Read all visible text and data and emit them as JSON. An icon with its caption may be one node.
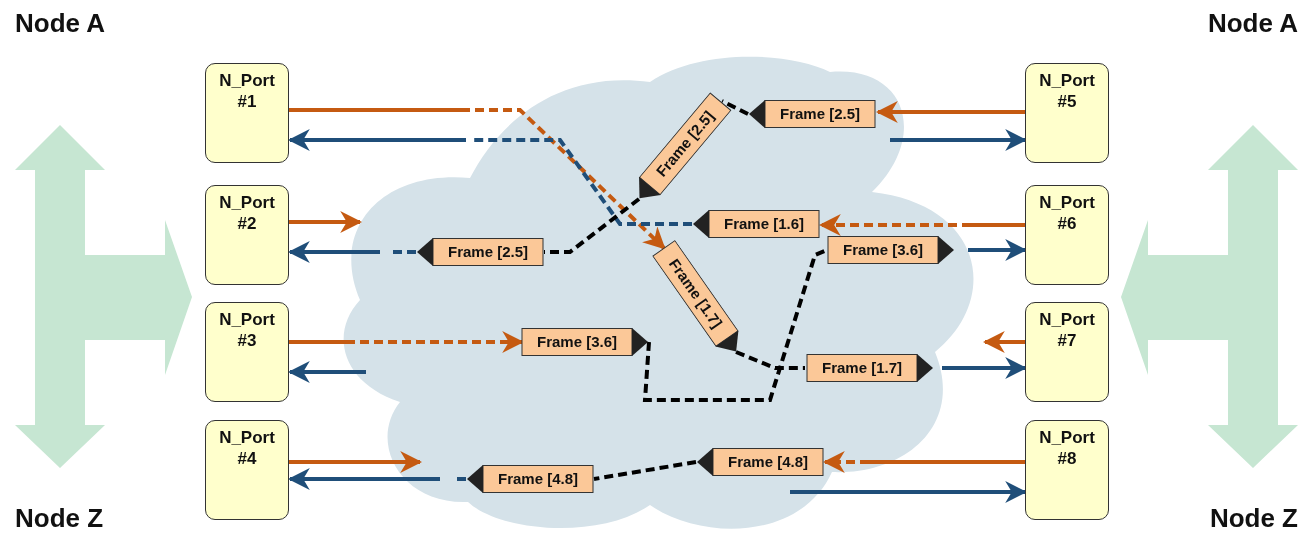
{
  "diagram": {
    "nodes": [
      {
        "text": [
          "N_Port #1"
        ]
      },
      {
        "text": [
          "N_Port #2"
        ]
      },
      {
        "text": [
          "N_Port #3"
        ]
      },
      {
        "text": [
          "N_Port #4"
        ]
      },
      {
        "text": [
          "N_Port #5"
        ]
      },
      {
        "text": [
          "N_Port #6"
        ]
      },
      {
        "text": [
          "N_Port #7"
        ]
      },
      {
        "text": [
          "N_Port #8"
        ]
      },
      {
        "text": [
          "Frame [2.5]"
        ]
      },
      {
        "text": [
          "Frame [2.5]"
        ]
      },
      {
        "text": [
          "Frame [1.6]"
        ]
      },
      {
        "text": [
          "Frame [2.5]"
        ]
      },
      {
        "text": [
          "Frame [3.6]"
        ]
      },
      {
        "text": [
          "Frame [1.7]"
        ]
      },
      {
        "text": [
          "Frame [3.6]"
        ]
      },
      {
        "text": [
          "Frame [1.7]"
        ]
      },
      {
        "text": [
          "Frame [4.8]"
        ]
      },
      {
        "text": [
          "Frame [4.8]"
        ]
      }
    ],
    "edges": [
      {
        "from": 0,
        "to": 13,
        "arrow": "to",
        "style": "dashed",
        "color": "#c55a11"
      },
      {
        "from": 13,
        "to": 15,
        "arrow": "none",
        "style": "dashed",
        "color": "#000000"
      },
      {
        "from": 15,
        "to": 6,
        "arrow": "to",
        "style": "dashed",
        "color": "#1f4e79"
      },
      {
        "from": 5,
        "to": 10,
        "arrow": "to",
        "style": "dashed",
        "color": "#c55a11"
      },
      {
        "from": 10,
        "to": 0,
        "arrow": "to",
        "style": "dashed",
        "color": "#1f4e79"
      },
      {
        "from": 4,
        "to": 8,
        "arrow": "to",
        "color": "#c55a11"
      },
      {
        "from": 8,
        "to": 9,
        "arrow": "none",
        "style": "dashed",
        "color": "#000000"
      },
      {
        "from": 9,
        "to": 11,
        "arrow": "none",
        "style": "dashed",
        "color": "#000000"
      },
      {
        "from": 11,
        "to": 1,
        "arrow": "to",
        "style": "dashed",
        "color": "#1f4e79"
      },
      {
        "from": 2,
        "to": 14,
        "arrow": "to",
        "style": "dashed",
        "color": "#c55a11"
      },
      {
        "from": 14,
        "to": 12,
        "arrow": "none",
        "style": "dashed",
        "color": "#000000"
      },
      {
        "from": 12,
        "to": 5,
        "arrow": "to",
        "style": "dashed",
        "color": "#1f4e79"
      },
      {
        "from": 7,
        "to": 16,
        "arrow": "to",
        "style": "dashed",
        "color": "#c55a11"
      },
      {
        "from": 16,
        "to": 17,
        "arrow": "none",
        "style": "dashed",
        "color": "#000000"
      },
      {
        "from": 17,
        "to": 3,
        "arrow": "to",
        "style": "dashed",
        "color": "#1f4e79"
      },
      {
        "from": 1,
        "to": null,
        "arrow": "to",
        "color": "#c55a11"
      },
      {
        "from": null,
        "to": 2,
        "arrow": "to",
        "color": "#1f4e79"
      },
      {
        "from": null,
        "to": 4,
        "arrow": "to",
        "color": "#1f4e79"
      },
      {
        "from": 6,
        "to": null,
        "arrow": "to",
        "color": "#c55a11"
      },
      {
        "from": 3,
        "to": null,
        "arrow": "to",
        "color": "#c55a11"
      },
      {
        "from": null,
        "to": 7,
        "arrow": "to",
        "color": "#1f4e79"
      }
    ],
    "labels": [
      "Node A",
      "Node A",
      "Node Z",
      "Node Z"
    ]
  }
}
